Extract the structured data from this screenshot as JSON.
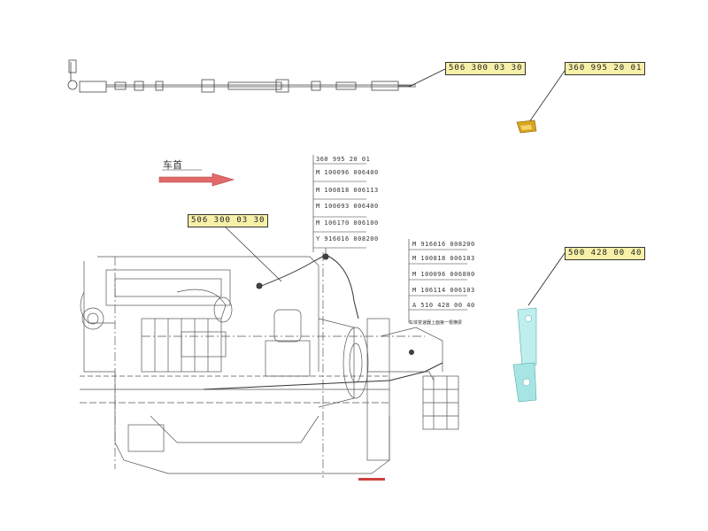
{
  "direction_label": "车首",
  "callouts": {
    "cable_top": "506 300 03 30",
    "clip": "360 995 20 01",
    "bracket": "500 428 00 40",
    "cable_engine": "506 300 03 30"
  },
  "bom_left": [
    "360 995 20 01",
    "M 100096 006400",
    "M 100818 006113",
    "M 100093 006400",
    "M 106170 006100",
    "Y 916016 008200"
  ],
  "bom_right": [
    "M 916016 008200",
    "M 100818 006103",
    "M 100096 006800",
    "M 106114 006103",
    "A 510 428 00 40"
  ],
  "note": "车体变速器上面第一根横梁",
  "colors": {
    "callout_fill": "#f7f0a8",
    "arrow": "#e36a6a",
    "clip": "#d9a520",
    "bracket": "#bfeeee"
  }
}
